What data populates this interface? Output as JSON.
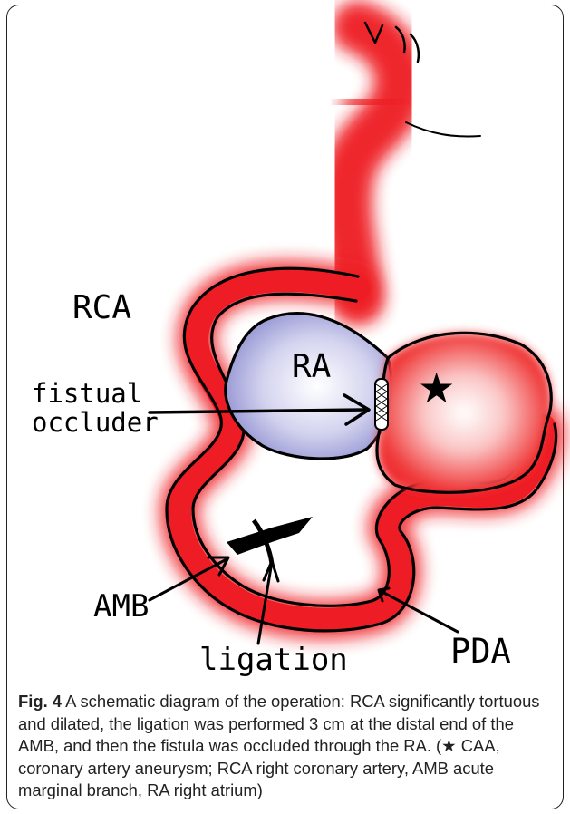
{
  "figure": {
    "labels": {
      "rca": "RCA",
      "ra": "RA",
      "fistula_line1": "fistual",
      "fistula_line2": "occluder",
      "amb": "AMB",
      "ligation": "ligation",
      "pda": "PDA",
      "star": "★"
    },
    "colors": {
      "vessel": "#ee1c24",
      "atrium": "#b7b7e4",
      "outline": "#000000"
    },
    "caption": {
      "label": "Fig. 4",
      "text": " A schematic diagram of the operation: RCA significantly tortuous and dilated, the ligation was performed 3 cm at the distal end of the AMB, and then the fistula was occluded through the RA. (★ CAA, coronary artery aneurysm; RCA right coronary artery, AMB acute marginal branch, RA right atrium)"
    }
  }
}
